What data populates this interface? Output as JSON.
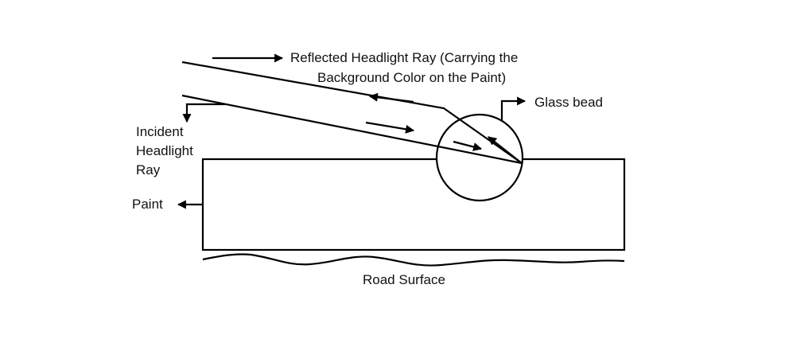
{
  "labels": {
    "reflected_line1": "Reflected Headlight Ray (Carrying the",
    "reflected_line2": "Background Color on the Paint)",
    "glass_bead": "Glass bead",
    "incident_line1": "Incident",
    "incident_line2": "Headlight",
    "incident_line3": "Ray",
    "paint": "Paint",
    "road_surface": "Road Surface"
  },
  "colors": {
    "stroke": "#000000",
    "text": "#111111",
    "background": "#ffffff"
  }
}
